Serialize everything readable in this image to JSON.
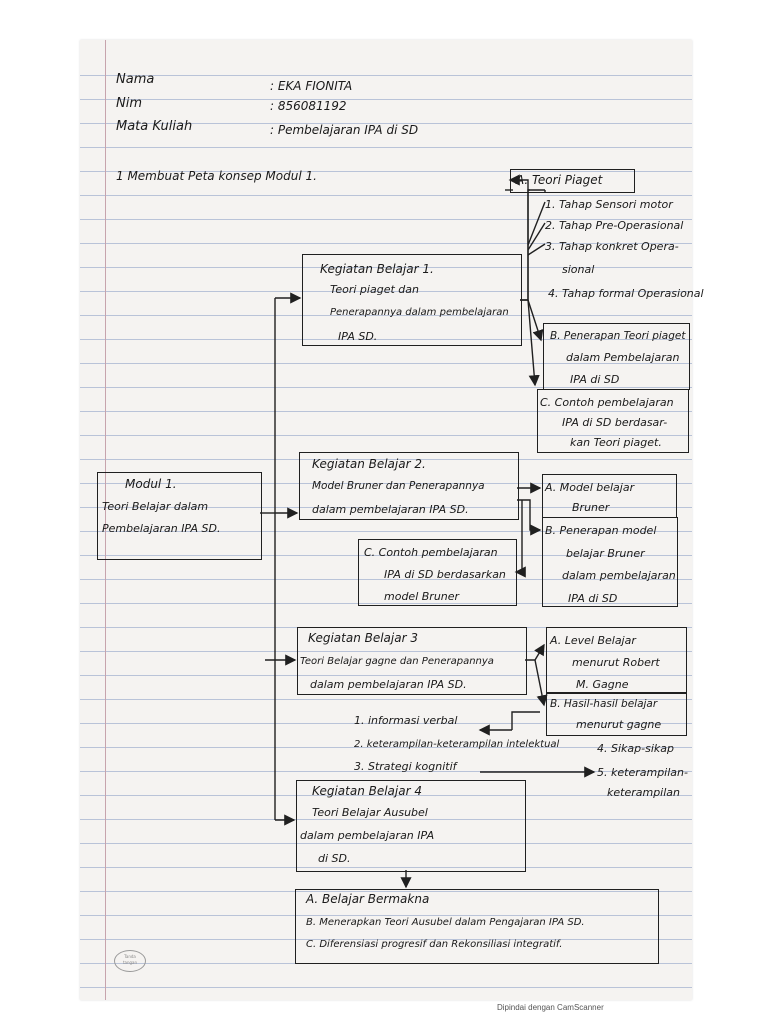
{
  "header": {
    "nama_label": "Nama",
    "nama_value": ": EKA FIONITA",
    "nim_label": "Nim",
    "nim_value": ": 856081192",
    "matkul_label": "Mata Kuliah",
    "matkul_value": ": Pembelajaran IPA di SD"
  },
  "task": "1 Membuat Peta konsep Modul 1.",
  "modul": [
    "Modul 1.",
    "Teori Belajar dalam",
    "Pembelajaran IPA SD."
  ],
  "kb1": {
    "lines": [
      "Kegiatan Belajar 1.",
      "Teori piaget dan",
      "Penerapannya dalam pembelajaran",
      "IPA SD."
    ],
    "teori_piaget": "A. Teori Piaget",
    "tahap": [
      "1. Tahap Sensori motor",
      "2. Tahap Pre-Operasional",
      "3. Tahap konkret Opera-",
      "sional",
      "4. Tahap formal Operasional"
    ],
    "b": [
      "B. Penerapan Teori piaget",
      "dalam Pembelajaran",
      "IPA di SD"
    ],
    "c": [
      "C. Contoh pembelajaran",
      "IPA di SD berdasar-",
      "kan Teori piaget."
    ]
  },
  "kb2": {
    "lines": [
      "Kegiatan Belajar 2.",
      "Model Bruner dan Penerapannya",
      "dalam pembelajaran IPA SD."
    ],
    "a": [
      "A. Model belajar",
      "Bruner"
    ],
    "b": [
      "B. Penerapan model",
      "belajar Bruner",
      "dalam pembelajaran",
      "IPA di SD"
    ],
    "c": [
      "C. Contoh pembelajaran",
      "IPA di SD berdasarkan",
      "model Bruner"
    ]
  },
  "kb3": {
    "lines": [
      "Kegiatan Belajar 3",
      "Teori Belajar gagne dan Penerapannya",
      "dalam pembelajaran IPA SD."
    ],
    "a": [
      "A. Level Belajar",
      "menurut Robert",
      "M. Gagne"
    ],
    "b": [
      "B. Hasil-hasil belajar",
      "menurut gagne"
    ],
    "hasil": [
      "1. informasi verbal",
      "2. keterampilan-keterampilan intelektual",
      "3. Strategi kognitif"
    ],
    "hasil_4": "4. Sikap-sikap",
    "hasil_5": [
      "5. keterampilan-",
      "keterampilan"
    ]
  },
  "kb4": {
    "lines": [
      "Kegiatan Belajar 4",
      "Teori Belajar Ausubel",
      "dalam pembelajaran IPA",
      "di SD."
    ],
    "result": [
      "A. Belajar Bermakna",
      "B. Menerapkan Teori Ausubel dalam Pengajaran IPA SD.",
      "C. Diferensiasi progresif dan Rekonsiliasi integratif."
    ]
  },
  "footer": "Dipindai dengan CamScanner",
  "colors": {
    "ink": "#1a1a1a",
    "rule": "#b9c3d8",
    "paper": "#f5f3f1"
  }
}
